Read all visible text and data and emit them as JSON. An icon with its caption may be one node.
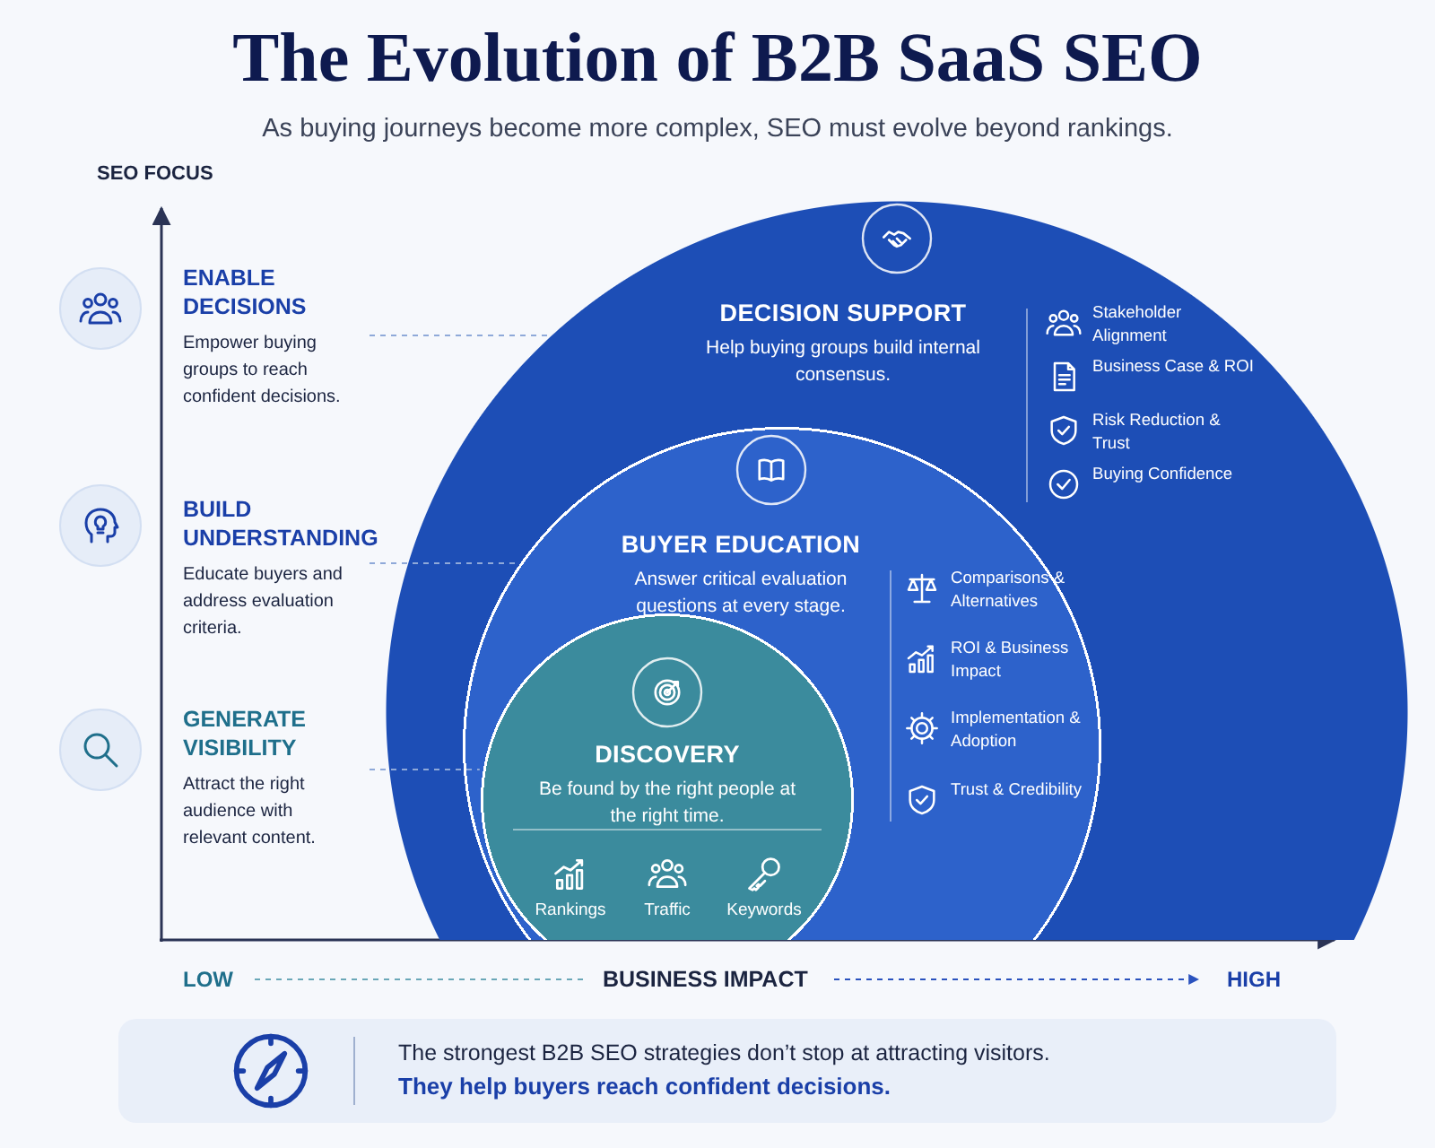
{
  "diagram": {
    "title": "The Evolution of B2B SaaS SEO",
    "nodes": [
      {
        "text": [
          "DECISION SUPPORT",
          "Help buying groups build internal consensus."
        ]
      },
      {
        "text": [
          "BUYER EDUCATION",
          "Answer critical evaluation questions at every stage."
        ],
        "in": 0
      },
      {
        "text": [
          "DISCOVERY",
          "Be found by the right people at the right time."
        ],
        "in": 1
      },
      {
        "text": [
          "ENABLE DECISIONS",
          "Empower buying groups to reach confident decisions."
        ]
      },
      {
        "text": [
          "BUILD UNDERSTANDING",
          "Educate buyers and address evaluation criteria."
        ]
      },
      {
        "text": [
          "GENERATE VISIBILITY",
          "Attract the right audience with relevant content."
        ]
      }
    ],
    "edges": [
      {
        "from": 3,
        "to": 0,
        "arrow": "none",
        "style": "dashed"
      },
      {
        "from": 4,
        "to": 1,
        "arrow": "none",
        "style": "dashed"
      },
      {
        "from": 5,
        "to": 2,
        "arrow": "none",
        "style": "dashed"
      }
    ],
    "labels": [
      "As buying journeys become more complex, SEO must evolve beyond rankings.",
      "SEO FOCUS",
      "Stakeholder Alignment",
      "Business Case & ROI",
      "Risk Reduction & Trust",
      "Buying Confidence",
      "Comparisons & Alternatives",
      "ROI & Business Impact",
      "Implementation & Adoption",
      "Trust & Credibility",
      "Rankings",
      "Traffic",
      "Keywords",
      "LOW",
      "BUSINESS IMPACT",
      "HIGH",
      "The strongest B2B SEO strategies don’t stop at attracting visitors.",
      "They help buyers reach confident decisions."
    ]
  }
}
